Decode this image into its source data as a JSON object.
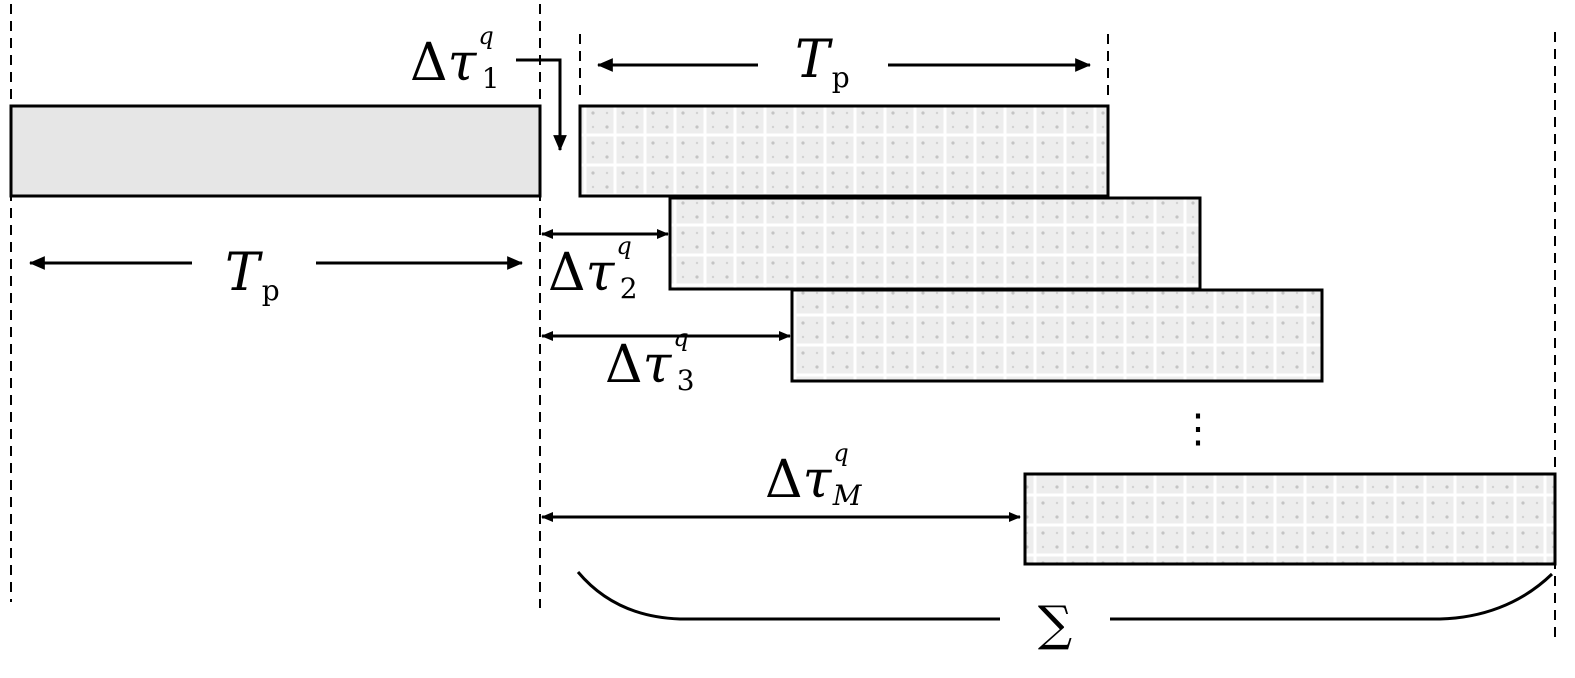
{
  "colors": {
    "ink": "#000000",
    "pulse_fill": "#e6e6e6",
    "pattern_fill": "#ededed",
    "pattern_line": "#ffffff",
    "pattern_dot": "#c4c4c4"
  },
  "labels": {
    "tp_symbol": "T",
    "tp_subscript": "p",
    "delta": "Δ",
    "tau": "τ",
    "superscript": "q",
    "sub_1": "1",
    "sub_2": "2",
    "sub_3": "3",
    "sub_m": "M",
    "ellipsis": "⋮",
    "sum": "∑"
  }
}
